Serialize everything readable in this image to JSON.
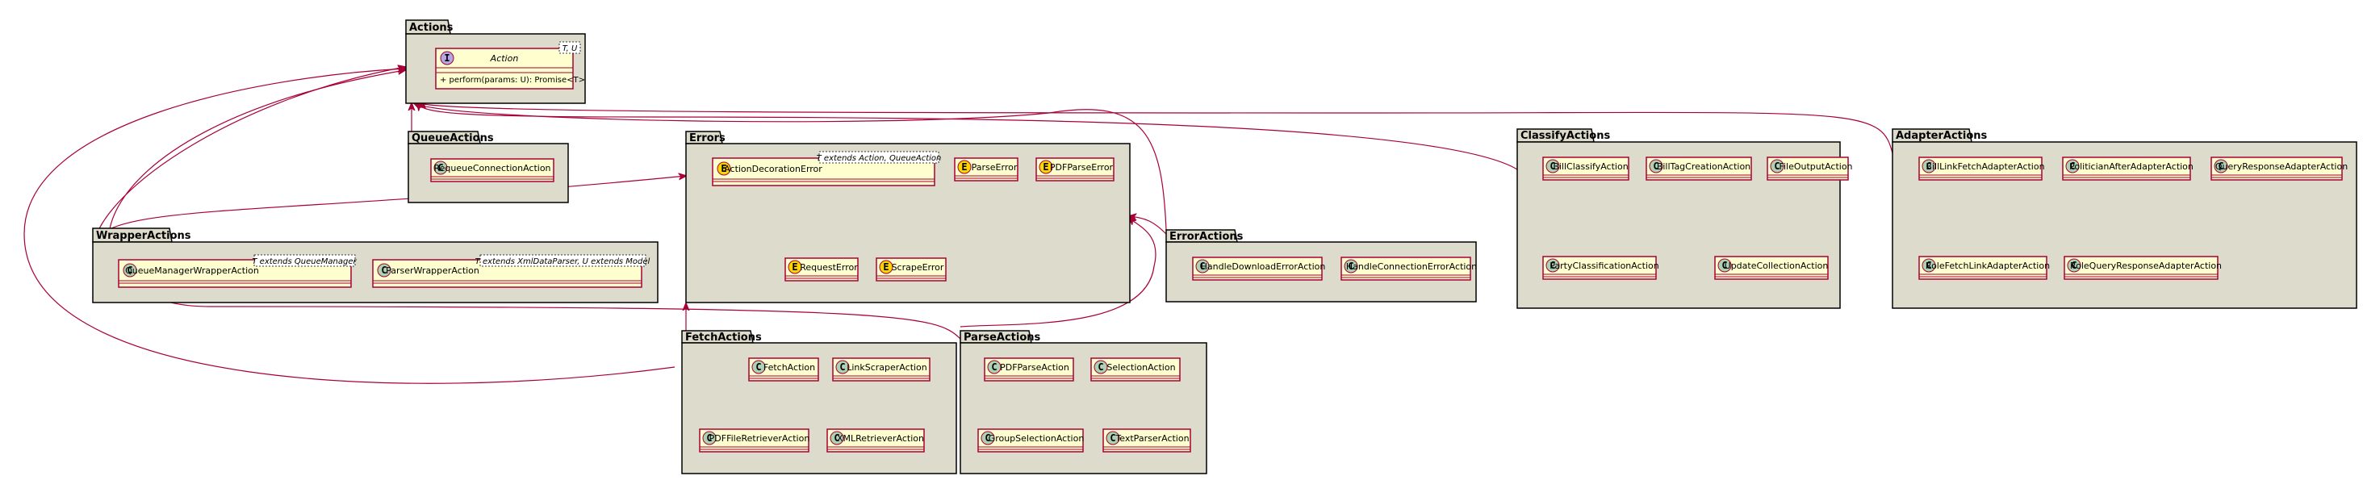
{
  "colors": {
    "package_fill": "#dddccc",
    "class_fill": "#fefece",
    "class_border": "#a80036",
    "edge": "#a80036",
    "circle_class": "#add1b2",
    "circle_error": "#ffd700",
    "circle_interface": "#b4a7e5"
  },
  "packages": {
    "actions": {
      "name": "Actions",
      "interface": {
        "stereotype": "I",
        "name": "Action",
        "generic": "T, U",
        "method": "+ perform(params: U): Promise<T>"
      }
    },
    "queue_actions": {
      "name": "QueueActions",
      "classes": [
        {
          "stereotype": "C",
          "name": "RequeueConnectionAction"
        }
      ]
    },
    "errors": {
      "name": "Errors",
      "classes": [
        {
          "stereotype": "E",
          "name": "ActionDecorationError",
          "generic": "T extends Action, QueueAction"
        },
        {
          "stereotype": "E",
          "name": "ParseError"
        },
        {
          "stereotype": "E",
          "name": "PDFParseError"
        },
        {
          "stereotype": "E",
          "name": "RequestError"
        },
        {
          "stereotype": "E",
          "name": "ScrapeError"
        }
      ]
    },
    "wrapper_actions": {
      "name": "WrapperActions",
      "classes": [
        {
          "stereotype": "C",
          "name": "QueueManagerWrapperAction",
          "generic": "T extends QueueManager"
        },
        {
          "stereotype": "C",
          "name": "ParserWrapperAction",
          "generic": "T extends XmlDataParser, U extends Model"
        }
      ]
    },
    "error_actions": {
      "name": "ErrorActions",
      "classes": [
        {
          "stereotype": "C",
          "name": "HandleDownloadErrorAction"
        },
        {
          "stereotype": "C",
          "name": "HandleConnectionErrorAction"
        }
      ]
    },
    "classify_actions": {
      "name": "ClassifyActions",
      "classes": [
        {
          "stereotype": "C",
          "name": "BillClassifyAction"
        },
        {
          "stereotype": "C",
          "name": "BillTagCreationAction"
        },
        {
          "stereotype": "C",
          "name": "FileOutputAction"
        },
        {
          "stereotype": "C",
          "name": "PartyClassificationAction"
        },
        {
          "stereotype": "C",
          "name": "UpdateCollectionAction"
        }
      ]
    },
    "adapter_actions": {
      "name": "AdapterActions",
      "classes": [
        {
          "stereotype": "C",
          "name": "BillLinkFetchAdapterAction"
        },
        {
          "stereotype": "C",
          "name": "PoliticianAfterAdapterAction"
        },
        {
          "stereotype": "C",
          "name": "QueryResponseAdapterAction"
        },
        {
          "stereotype": "C",
          "name": "RoleFetchLinkAdapterAction"
        },
        {
          "stereotype": "C",
          "name": "RoleQueryResponseAdapterAction"
        }
      ]
    },
    "fetch_actions": {
      "name": "FetchActions",
      "classes": [
        {
          "stereotype": "C",
          "name": "FetchAction"
        },
        {
          "stereotype": "C",
          "name": "LinkScraperAction"
        },
        {
          "stereotype": "C",
          "name": "PDFFileRetrieverAction"
        },
        {
          "stereotype": "C",
          "name": "XMLRetrieverAction"
        }
      ]
    },
    "parse_actions": {
      "name": "ParseActions",
      "classes": [
        {
          "stereotype": "C",
          "name": "PDFParseAction"
        },
        {
          "stereotype": "C",
          "name": "SelectionAction"
        },
        {
          "stereotype": "C",
          "name": "GroupSelectionAction"
        },
        {
          "stereotype": "C",
          "name": "TextParserAction"
        }
      ]
    }
  }
}
